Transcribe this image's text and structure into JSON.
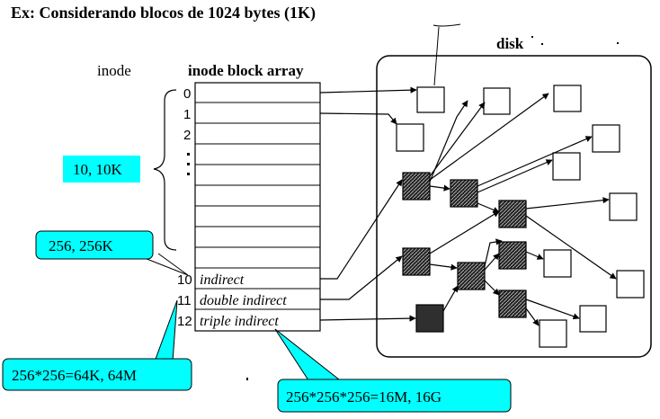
{
  "title": "Ex: Considerando blocos de 1024 bytes (1K)",
  "labels": {
    "inode": "inode",
    "array_header": "inode block array",
    "disk": "disk",
    "idx0": "0",
    "idx1": "1",
    "idx2": "2",
    "idx10": "10",
    "idx11": "11",
    "idx12": "12",
    "indirect": "indirect",
    "double_indirect": "double indirect",
    "triple_indirect": "triple indirect"
  },
  "callouts": {
    "direct": "10, 10K",
    "single": "256, 256K",
    "double": "256*256=64K, 64M",
    "triple": "256*256*256=16M, 16G"
  },
  "colors": {
    "callout_fill": "#00ffff",
    "hatch_block": "#3a3a3a"
  }
}
